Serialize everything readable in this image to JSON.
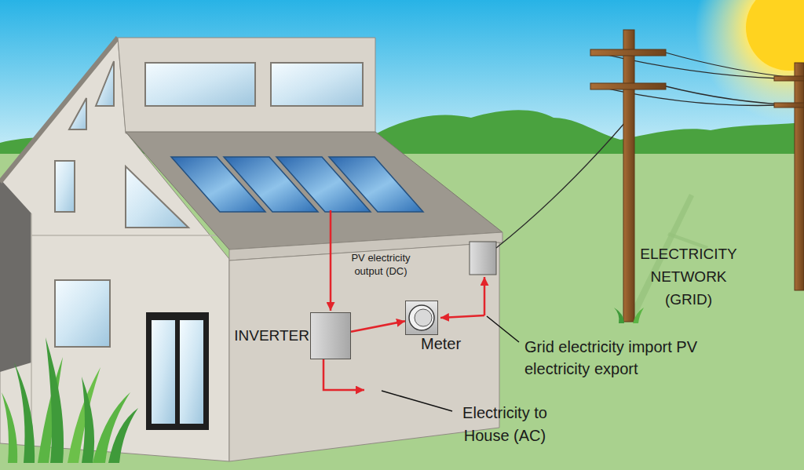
{
  "diagram": {
    "nodes": [
      {
        "text": [
          "INVERTER"
        ]
      },
      {
        "text": [
          "Meter"
        ]
      }
    ],
    "edges": [
      {
        "from": 0,
        "to": 1,
        "arrow": "to"
      }
    ],
    "labels": [
      "PV electricity output (DC)",
      "Grid electricity import PV electricity export",
      "ELECTRICITY NETWORK (GRID)",
      "Electricity to House (AC)"
    ]
  }
}
